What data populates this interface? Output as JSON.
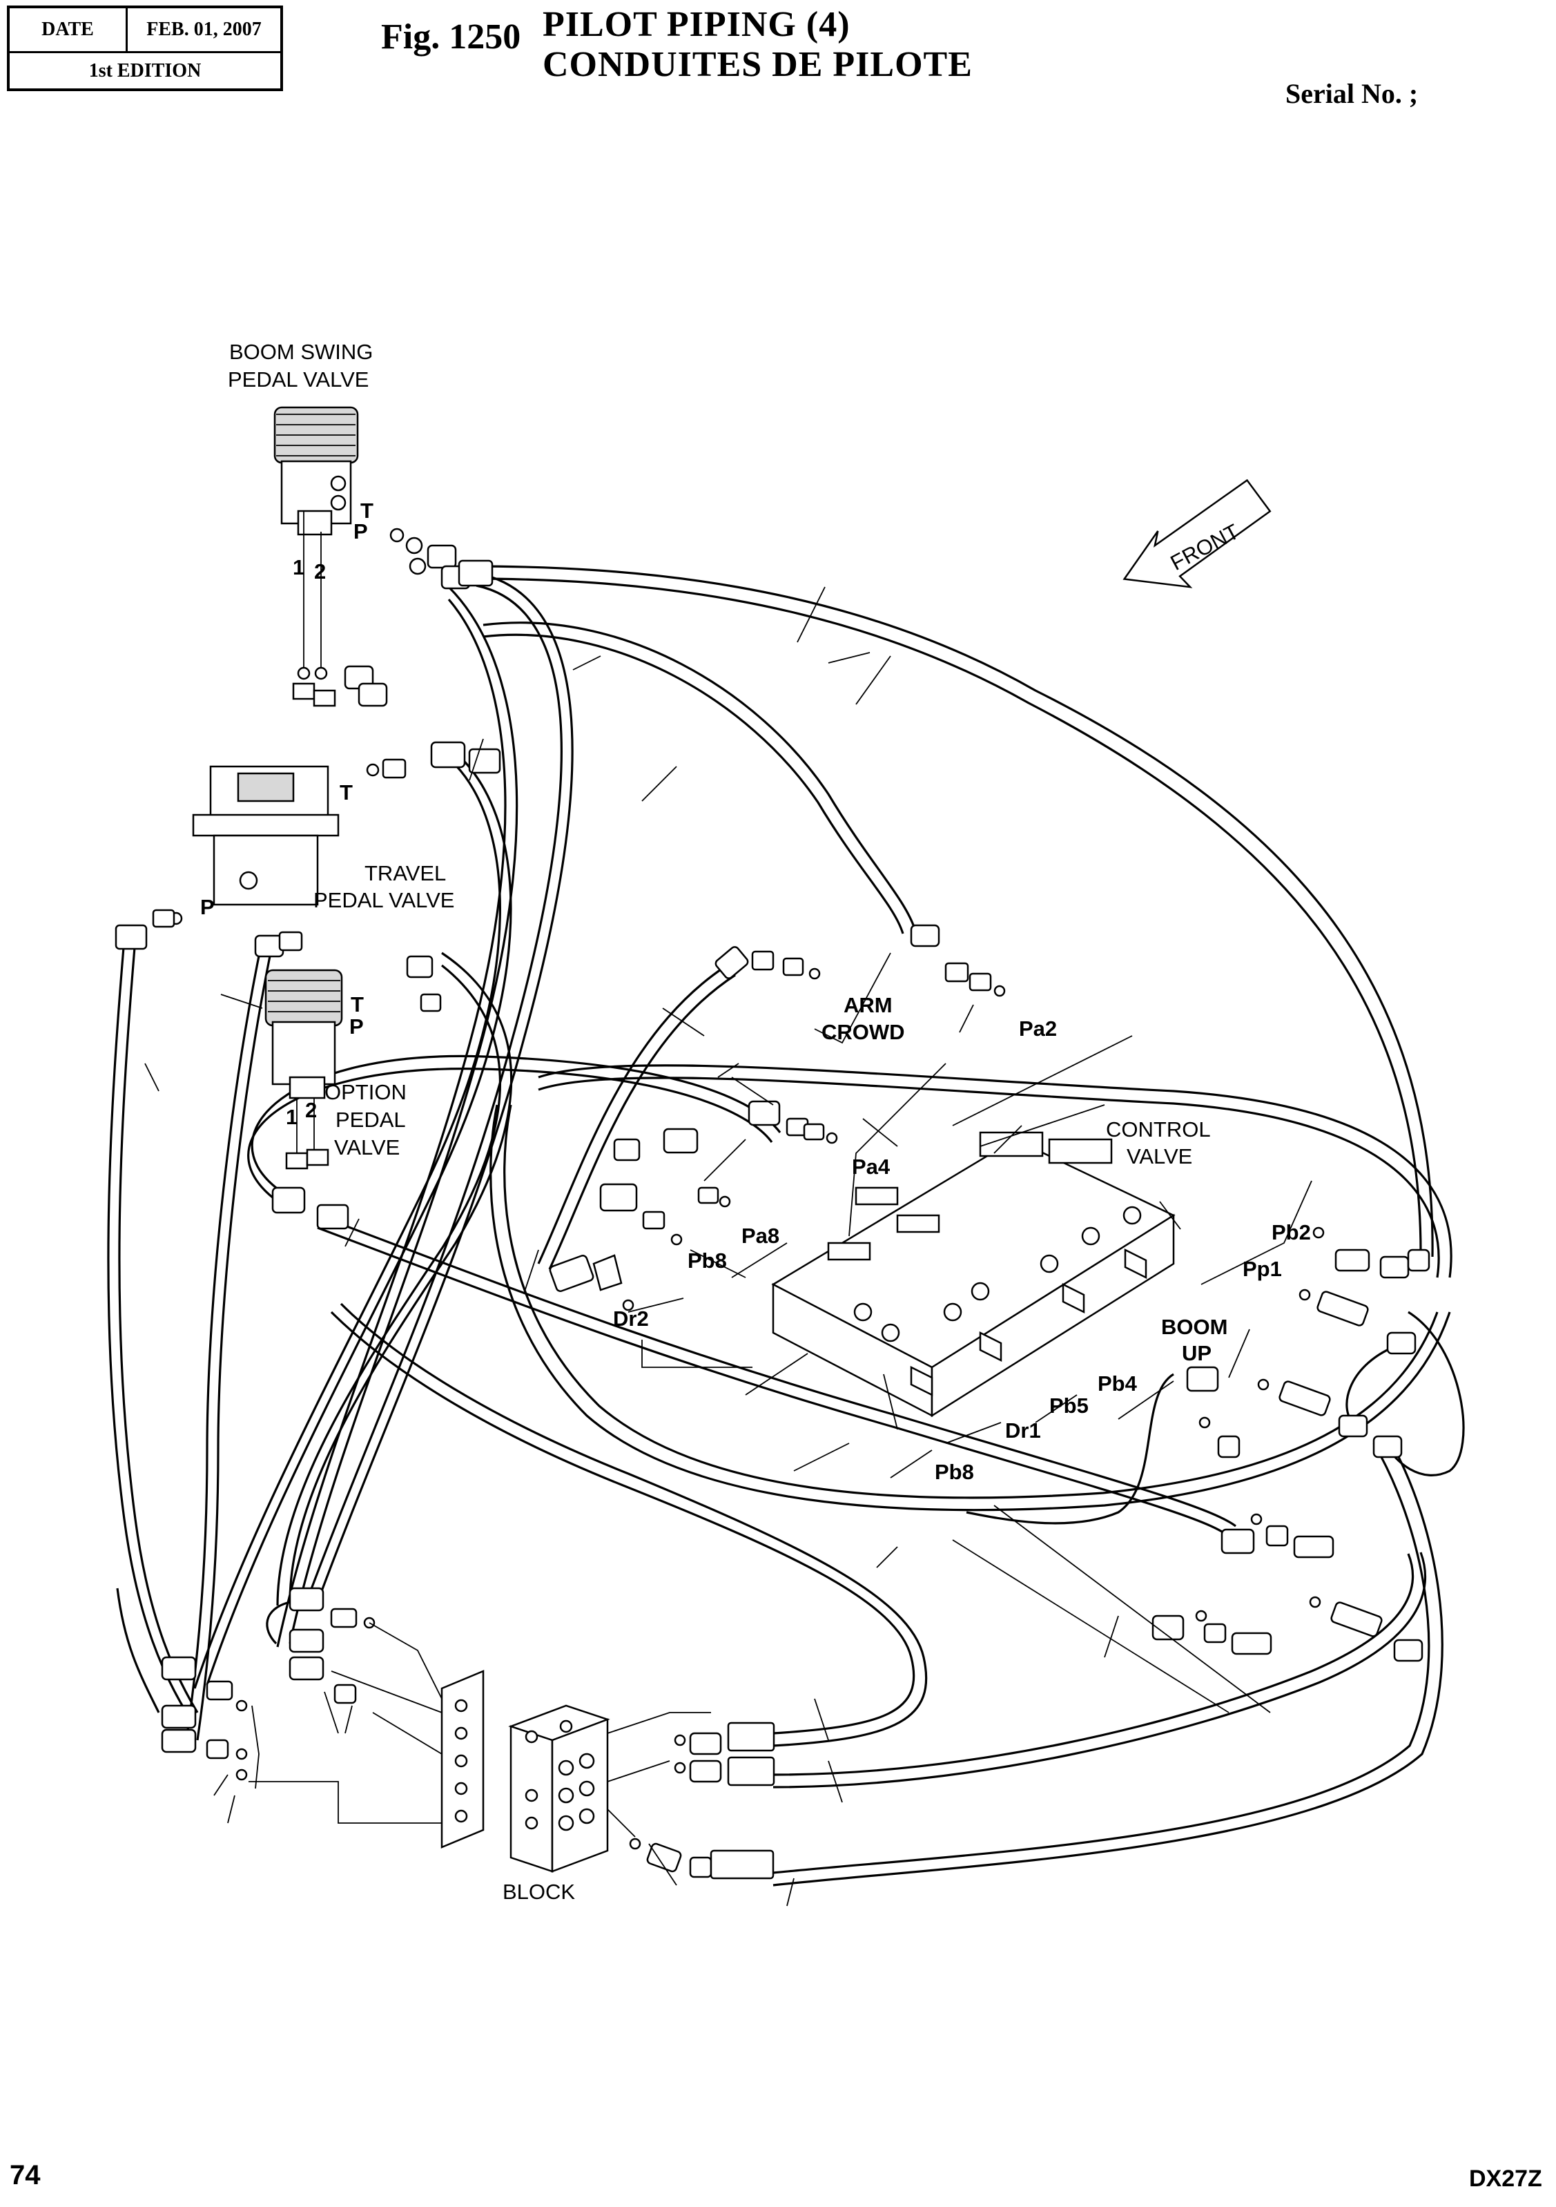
{
  "header": {
    "date_label": "DATE",
    "date_value": "FEB. 01, 2007",
    "edition": "1st EDITION",
    "figure_number": "Fig. 1250",
    "title_en": "PILOT PIPING (4)",
    "title_fr": "CONDUITES DE PILOTE",
    "serial_label": "Serial No. ;"
  },
  "footer": {
    "page_number": "74",
    "model": "DX27Z"
  },
  "labels": {
    "boom_swing_line1": "BOOM SWING",
    "boom_swing_line2": "PEDAL VALVE",
    "travel_line1": "TRAVEL",
    "travel_line2": "PEDAL VALVE",
    "option_line1": "OPTION",
    "option_line2": "PEDAL",
    "option_line3": "VALVE",
    "control_line1": "CONTROL",
    "control_line2": "VALVE",
    "arm_crowd_line1": "ARM",
    "arm_crowd_line2": "CROWD",
    "boom_up_line1": "BOOM",
    "boom_up_line2": "UP",
    "block": "BLOCK",
    "front": "FRONT",
    "port_t_1": "T",
    "port_p_1": "P",
    "port_1_a": "1",
    "port_2_a": "2",
    "port_t_2": "T",
    "port_p_2": "P",
    "port_t_3": "T",
    "port_p_3": "P",
    "port_1_b": "1",
    "port_2_b": "2",
    "pa2": "Pa2",
    "pa4": "Pa4",
    "pa8": "Pa8",
    "pb8_a": "Pb8",
    "dr2": "Dr2",
    "pb2": "Pb2",
    "pp1": "Pp1",
    "pb4": "Pb4",
    "pb5": "Pb5",
    "dr1": "Dr1",
    "pb8_b": "Pb8"
  }
}
